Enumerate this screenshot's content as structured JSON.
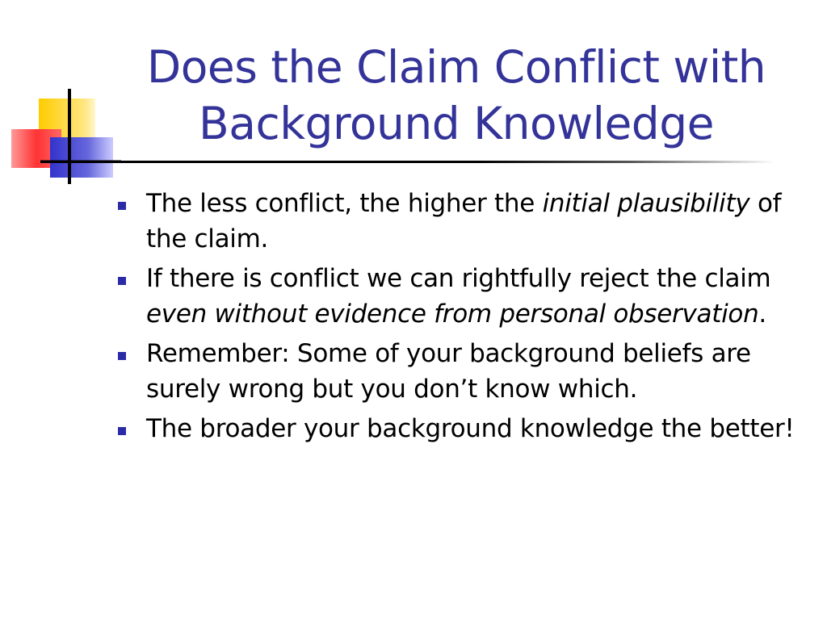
{
  "slide": {
    "title_line1": "Does the Claim Conflict with",
    "title_line2": "Background Knowledge",
    "colors": {
      "title": "#333399",
      "bullet_marker": "#2b2ba8",
      "logo_yellow": "#ffcc00",
      "logo_red": "#ff3333",
      "logo_blue": "#3333cc"
    },
    "bullets": [
      {
        "parts": [
          {
            "text": "The less conflict, the higher the ",
            "italic": false
          },
          {
            "text": "initial plausibility",
            "italic": true
          },
          {
            "text": " of the claim.",
            "italic": false
          }
        ]
      },
      {
        "parts": [
          {
            "text": "If there is conflict we can rightfully reject the claim ",
            "italic": false
          },
          {
            "text": "even without evidence from personal observation",
            "italic": true
          },
          {
            "text": ".",
            "italic": false
          }
        ]
      },
      {
        "parts": [
          {
            "text": "Remember: Some of your background beliefs are surely wrong but you don’t know which.",
            "italic": false
          }
        ]
      },
      {
        "parts": [
          {
            "text": "The broader your background knowledge the better!",
            "italic": false
          }
        ]
      }
    ]
  }
}
